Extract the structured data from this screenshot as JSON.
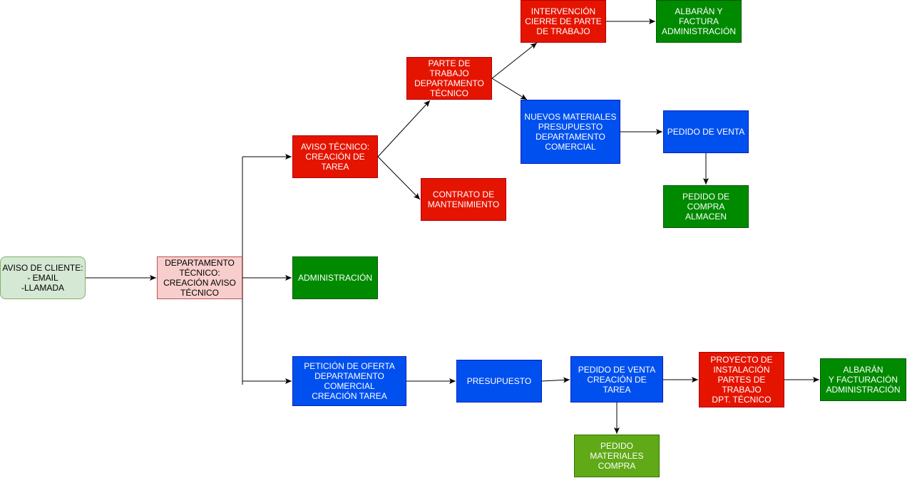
{
  "nodes": {
    "aviso_cliente": "AVISO DE CLIENTE:\n- EMAIL\n-LLAMADA",
    "dep_tecnico": "DEPARTAMENTO\nTÉCNICO:\nCREACIÓN AVISO\nTÉCNICO",
    "aviso_tecnico": "AVISO TÉCNICO:\nCREACIÓN DE\nTAREA",
    "administracion": "ADMINISTRACIÓN",
    "peticion_oferta": "PETICIÓN DE OFERTA\nDEPARTAMENTO\nCOMERCIAL\nCREACIÓN TAREA",
    "parte_trabajo": "PARTE DE TRABAJO\nDEPARTAMENTO\nTÉCNICO",
    "contrato": "CONTRATO DE\nMANTENIMIENTO",
    "intervencion": "INTERVENCIÓN\nCIERRE DE PARTE\nDE TRABAJO",
    "albaran_factura": "ALBARÁN  Y\nFACTURA\nADMINISTRACIÓN",
    "nuevos_materiales": "NUEVOS MATERIALES\nPRESUPUESTO\nDEPARTAMENTO\nCOMERCIAL",
    "pedido_venta": "PEDIDO DE VENTA",
    "pedido_compra": "PEDIDO DE\nCOMPRA\nALMACEN",
    "presupuesto": "PRESUPUESTO",
    "pedido_venta_tarea": "PEDIDO DE VENTA\nCREACIÓN DE TAREA",
    "proyecto": "PROYECTO DE\nINSTALACIÓN\nPARTES DE\nTRABAJO\nDPT. TÉCNICO",
    "albaran_facturacion": "ALBARÁN\nY FACTURACIÓN\nADMINISTRACIÓN",
    "pedido_materiales": "PEDIDO\nMATERIALES\nCOMPRA"
  },
  "colors": {
    "red": "#e51400",
    "blue": "#0050ef",
    "green": "#008a00",
    "light_green": "#60a917",
    "pink": "#f8cecc",
    "mint": "#d5e8d4",
    "edge": "#000000"
  },
  "edges": [
    [
      "aviso_cliente",
      "dep_tecnico"
    ],
    [
      "dep_tecnico",
      "aviso_tecnico"
    ],
    [
      "dep_tecnico",
      "administracion"
    ],
    [
      "dep_tecnico",
      "peticion_oferta"
    ],
    [
      "aviso_tecnico",
      "parte_trabajo"
    ],
    [
      "aviso_tecnico",
      "contrato"
    ],
    [
      "parte_trabajo",
      "intervencion"
    ],
    [
      "parte_trabajo",
      "nuevos_materiales"
    ],
    [
      "intervencion",
      "albaran_factura"
    ],
    [
      "nuevos_materiales",
      "pedido_venta"
    ],
    [
      "pedido_venta",
      "pedido_compra"
    ],
    [
      "peticion_oferta",
      "presupuesto"
    ],
    [
      "presupuesto",
      "pedido_venta_tarea"
    ],
    [
      "pedido_venta_tarea",
      "proyecto"
    ],
    [
      "proyecto",
      "albaran_facturacion"
    ],
    [
      "pedido_venta_tarea",
      "pedido_materiales"
    ]
  ]
}
